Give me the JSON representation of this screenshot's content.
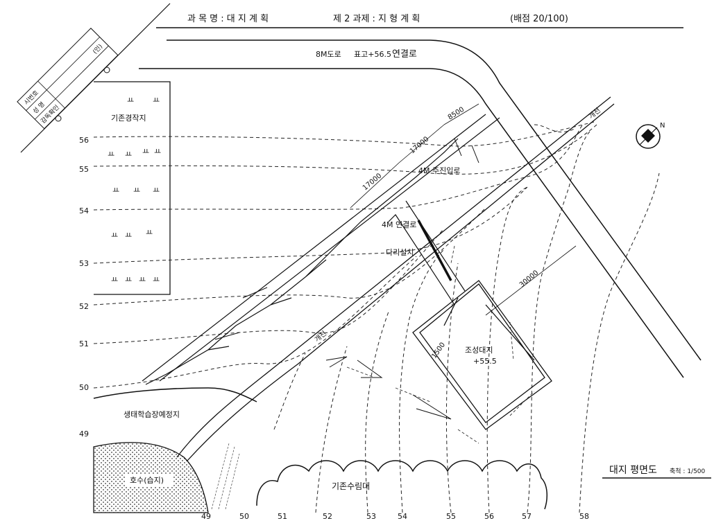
{
  "header": {
    "subject": "과 목 명 : 대 지 계 획",
    "task": "제 2 과제 : 지 형 계 획",
    "score": "(배점 20/100)"
  },
  "id_box": {
    "exam_no_label": "시번호",
    "name_label": "성    명",
    "supervisor_label": "감독확인",
    "seal": "(인)"
  },
  "labels": {
    "road_8m": "8M도로",
    "road_level": "표고+56.5",
    "road_link": "연결로",
    "farmland": "기존경작지",
    "main_road_4m": "4M 주진입로",
    "link_road_4m": "4M 연결로",
    "bridge": "다리설치",
    "site": "조성대지",
    "site_level": "+55.5",
    "eco_area": "생태학습장예정지",
    "pond": "호수(습지)",
    "forest": "기존수림대",
    "stream_top": "개천",
    "stream_mid": "개천",
    "north": "N"
  },
  "dimensions": [
    "8500",
    "17000",
    "17000",
    "30000",
    "1500"
  ],
  "contours_left": [
    "56",
    "55",
    "54",
    "53",
    "52",
    "51",
    "50",
    "49"
  ],
  "contours_bottom": [
    "49",
    "50",
    "51",
    "52",
    "53",
    "54",
    "55",
    "56",
    "57",
    "58"
  ],
  "title_block": {
    "title": "대지 평면도",
    "scale": "축척 : 1/500"
  },
  "farm_symbol": "ㅛ"
}
